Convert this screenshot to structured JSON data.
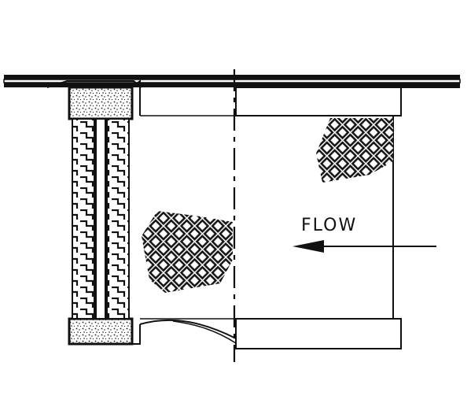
{
  "diagram": {
    "flow_label": "FLOW",
    "ink_color": "#111111",
    "background_color": "#ffffff",
    "parts": [
      "top-flange",
      "end-cap-top",
      "end-cap-bottom",
      "pleated-media-outer",
      "pleated-media-inner",
      "outer-mesh",
      "inner-mesh",
      "centerline",
      "flow-arrow"
    ]
  }
}
